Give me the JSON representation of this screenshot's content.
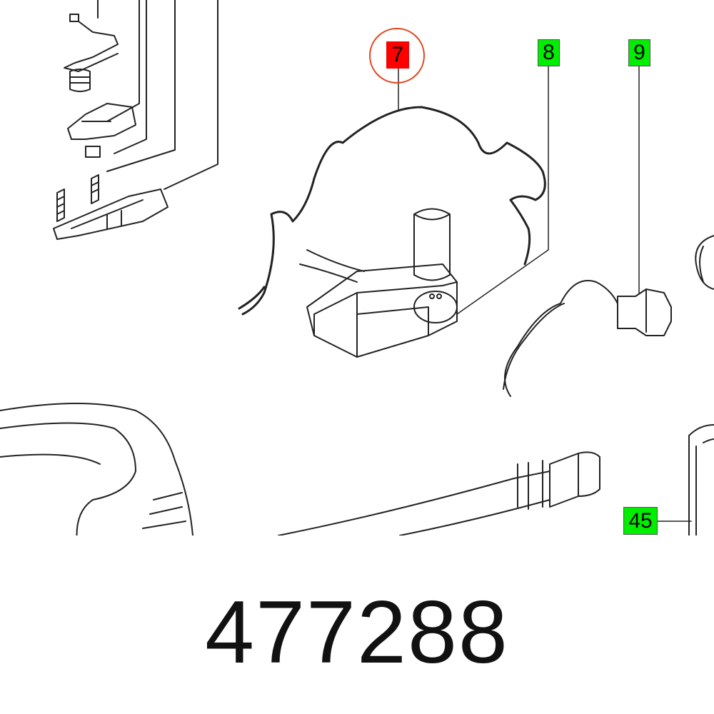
{
  "diagram": {
    "callouts": [
      {
        "label": "7",
        "highlighted": true,
        "color": "#ff0000"
      },
      {
        "label": "8",
        "highlighted": false,
        "color": "#00ee00"
      },
      {
        "label": "9",
        "highlighted": false,
        "color": "#00ee00"
      },
      {
        "label": "45",
        "highlighted": false,
        "color": "#00ee00"
      }
    ],
    "highlight_ring_color": "#e2451e"
  },
  "part_number": "477288"
}
